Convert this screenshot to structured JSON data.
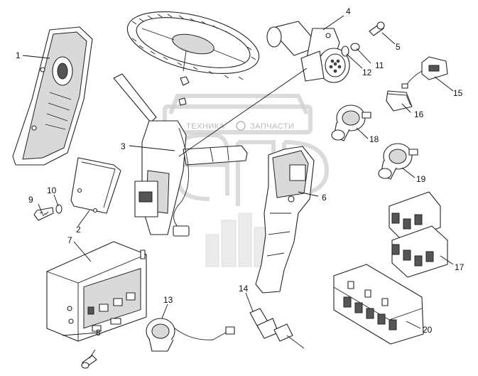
{
  "watermark": {
    "left_word": "ТЕХНИКА",
    "right_word": "ЗАПЧАСТИ"
  },
  "callouts": [
    "1",
    "2",
    "3",
    "4",
    "5",
    "6",
    "7",
    "8",
    "9",
    "10",
    "11",
    "12",
    "13",
    "14",
    "15",
    "16",
    "17",
    "18",
    "19",
    "20"
  ]
}
